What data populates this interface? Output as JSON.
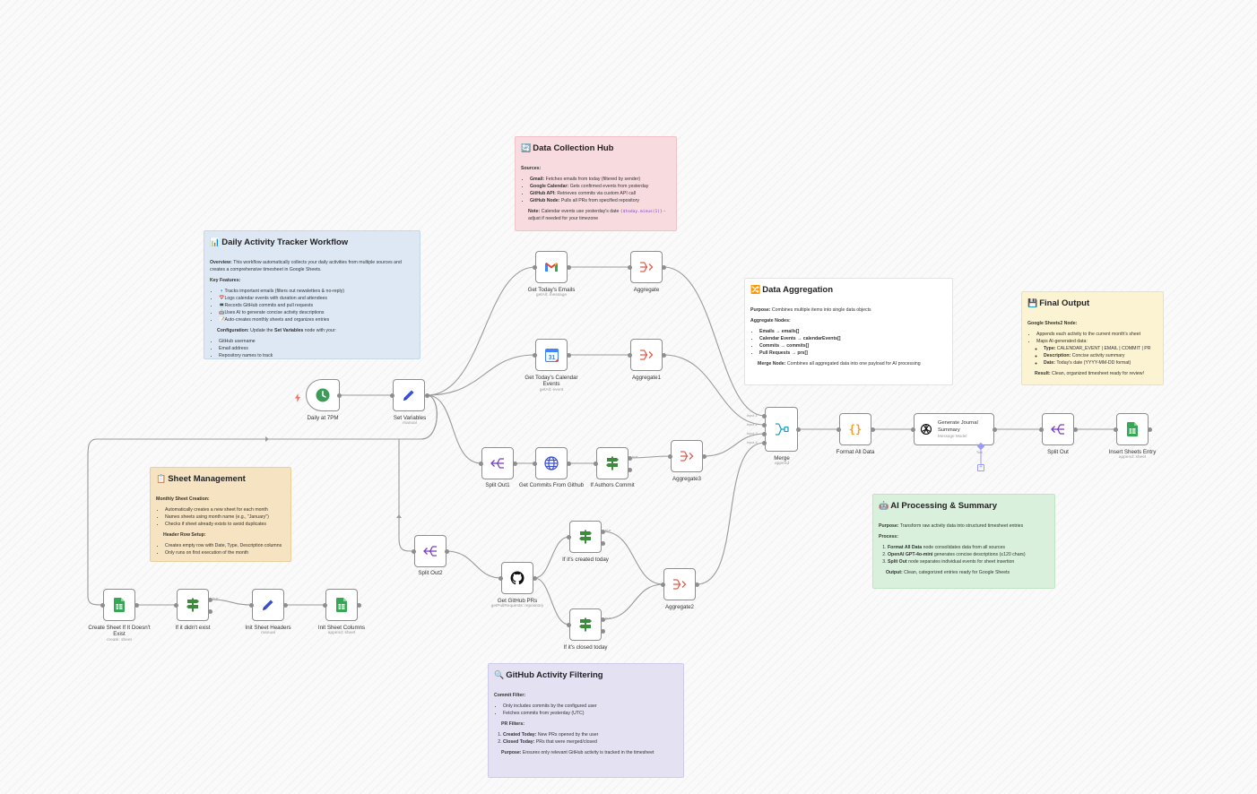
{
  "notes": {
    "data_collection": {
      "emoji": "🔄",
      "title": "Data Collection Hub",
      "sources_label": "Sources:",
      "sources": [
        {
          "b": "Gmail:",
          "t": " Fetches emails from today (filtered by sender)"
        },
        {
          "b": "Google Calendar:",
          "t": " Gets confirmed events from yesterday"
        },
        {
          "b": "GitHub API:",
          "t": " Retrieves commits via custom API call"
        },
        {
          "b": "GitHub Node:",
          "t": " Pulls all PRs from specified repository"
        }
      ],
      "note_label": "Note:",
      "note_text": " Calendar events use yesterday's date ",
      "note_code": "{$today.minus(1)}",
      "note_text2": " - adjust if needed for your timezone"
    },
    "tracker": {
      "emoji": "📊",
      "title": "Daily Activity Tracker Workflow",
      "overview_label": "Overview:",
      "overview_text": " This workflow automatically collects your daily activities from multiple sources and creates a comprehensive timesheet in Google Sheets.",
      "features_label": "Key Features:",
      "features": [
        "📧Tracks important emails (filters out newsletters & no-reply)",
        "📅Logs calendar events with duration and attendees",
        "💻Records GitHub commits and pull requests",
        "🤖Uses AI to generate concise activity descriptions",
        "📝Auto-creates monthly sheets and organizes entries"
      ],
      "config_label": "Configuration:",
      "config_text": " Update the ",
      "config_bold": "Set Variables",
      "config_text2": " node with your:",
      "config_items": [
        "GitHub username",
        "Email address",
        "Repository names to track"
      ]
    },
    "aggregation": {
      "emoji": "🔀",
      "title": "Data Aggregation",
      "purpose_label": "Purpose:",
      "purpose_text": " Combines multiple items into single data objects",
      "nodes_label": "Aggregate Nodes:",
      "items": [
        "Emails → emails[]",
        "Calendar Events → calendarEvents[]",
        "Commits → commits[]",
        "Pull Requests → prs[]"
      ],
      "merge_label": "Merge Node:",
      "merge_text": " Combines all aggregated data into one payload for AI processing"
    },
    "final_output": {
      "emoji": "💾",
      "title": "Final Output",
      "head_label": "Google Sheets2 Node:",
      "items": [
        "Appends each activity to the current month's sheet",
        "Maps AI-generated data:"
      ],
      "subitems": [
        {
          "b": "Type:",
          "t": " CALENDAR_EVENT | EMAIL | COMMIT | PR"
        },
        {
          "b": "Description:",
          "t": " Concise activity summary"
        },
        {
          "b": "Date:",
          "t": " Today's date (YYYY-MM-DD format)"
        }
      ],
      "result_label": "Result:",
      "result_text": " Clean, organized timesheet ready for review!"
    },
    "sheet_mgmt": {
      "emoji": "📋",
      "title": "Sheet Management",
      "monthly_label": "Monthly Sheet Creation:",
      "monthly_items": [
        "Automatically creates a new sheet for each month",
        "Names sheets using month name (e.g., \"January\")",
        "Checks if sheet already exists to avoid duplicates"
      ],
      "header_label": "Header Row Setup:",
      "header_items": [
        "Creates empty row with Date, Type, Description columns",
        "Only runs on first execution of the month"
      ]
    },
    "ai_processing": {
      "emoji": "🤖",
      "title": "AI Processing & Summary",
      "purpose_label": "Purpose:",
      "purpose_text": " Transform raw activity data into structured timesheet entries",
      "process_label": "Process:",
      "steps": [
        {
          "b": "Format All Data",
          "t": " node consolidates data from all sources"
        },
        {
          "b": "OpenAI GPT-4o-mini",
          "t": " generates concise descriptions (≤120 chars)"
        },
        {
          "b": "Split Out",
          "t": " node separates individual events for sheet insertion"
        }
      ],
      "output_label": "Output:",
      "output_text": " Clean, categorized entries ready for Google Sheets"
    },
    "github_filter": {
      "emoji": "🔍",
      "title": "GitHub Activity Filtering",
      "commit_label": "Commit Filter:",
      "commit_items": [
        "Only includes commits by the configured user",
        "Fetches commits from yesterday (UTC)"
      ],
      "pr_label": "PR Filters:",
      "pr_items": [
        {
          "b": "Created Today:",
          "t": " New PRs opened by the user"
        },
        {
          "b": "Closed Today:",
          "t": " PRs that were merged/closed"
        }
      ],
      "purpose_label": "Purpose:",
      "purpose_text": " Ensures only relevant GitHub activity is tracked in the timesheet"
    }
  },
  "nodes": {
    "daily7pm": {
      "name": "Daily at 7PM",
      "sub": ""
    },
    "set_vars": {
      "name": "Set Variables",
      "sub": "manual"
    },
    "emails": {
      "name": "Get Today's Emails",
      "sub": "getAll: message"
    },
    "aggregate": {
      "name": "Aggregate",
      "sub": ""
    },
    "calendar": {
      "name": "Get Today's Calendar Events",
      "sub": "getAll: event"
    },
    "aggregate1": {
      "name": "Aggregate1",
      "sub": ""
    },
    "split_out1": {
      "name": "Split Out1",
      "sub": ""
    },
    "commits": {
      "name": "Get Commits From Github",
      "sub": ""
    },
    "if_author": {
      "name": "If Authors Commit",
      "sub": ""
    },
    "aggregate3": {
      "name": "Aggregate3",
      "sub": ""
    },
    "merge": {
      "name": "Merge",
      "sub": "append"
    },
    "format": {
      "name": "Format All Data",
      "sub": ""
    },
    "journal": {
      "name": "Generate Journal Summary",
      "sub": "Message Model"
    },
    "split_out": {
      "name": "Split Out",
      "sub": ""
    },
    "insert": {
      "name": "Insert Sheets Entry",
      "sub": "append: sheet"
    },
    "split_out2": {
      "name": "Split Out2",
      "sub": ""
    },
    "github_prs": {
      "name": "Get GitHub PRs",
      "sub": "getPullRequests: repository"
    },
    "if_created": {
      "name": "If it's created today",
      "sub": ""
    },
    "if_closed": {
      "name": "If it's closed today",
      "sub": ""
    },
    "aggregate2": {
      "name": "Aggregate2",
      "sub": ""
    },
    "create_sheet": {
      "name": "Create Sheet If It Doesn't Exist",
      "sub": "create: sheet"
    },
    "if_not_exist": {
      "name": "If it didn't exist",
      "sub": ""
    },
    "init_headers": {
      "name": "Init Sheet Headers",
      "sub": "manual"
    },
    "init_columns": {
      "name": "Init Sheet Columns",
      "sub": "append: sheet"
    }
  },
  "ports": {
    "true": "true",
    "input1": "Input 1",
    "input2": "Input 2",
    "input3": "Input 3",
    "input4": "Input 4",
    "tool": "Tool"
  },
  "colors": {
    "gmail_red": "#ea4335",
    "sheets_green": "#34a853",
    "calendar_blue": "#4285f4",
    "split_purple": "#7b3fbf",
    "aggregate_red": "#e25d4d",
    "merge_teal": "#20a0c0",
    "if_green": "#3d8b3d",
    "code_orange": "#f0a030",
    "set_blue": "#3b4fd6",
    "trigger_green": "#3d9b5a"
  }
}
